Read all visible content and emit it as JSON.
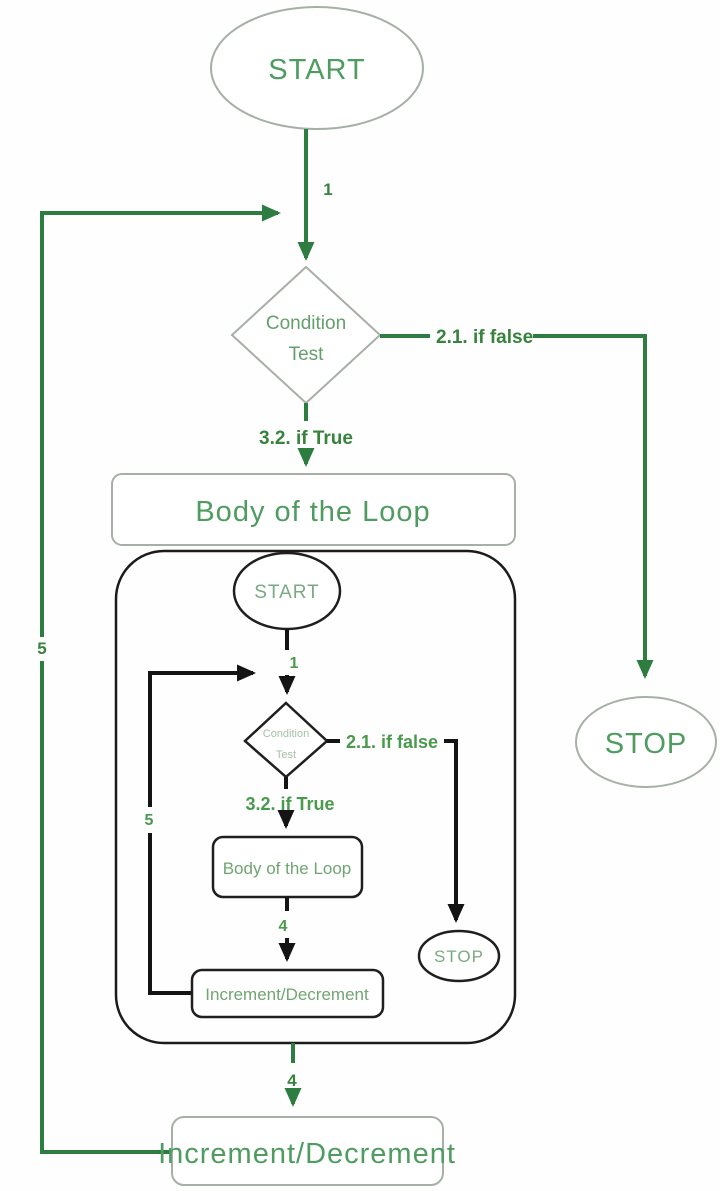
{
  "title": "Nested loop flowchart",
  "colors": {
    "outer_line_green": "#2e7d40",
    "label_bold_green": "#37823c",
    "outer_text_green": "#4f9c61",
    "diamond_text_green": "#63a06c",
    "inner_line_black": "#141414",
    "inner_text_green": "#6fa671",
    "inner_faded_green": "#a5bfa5",
    "inner_label_green": "#4a9a4e",
    "shape_outline_gray": "#a6b0a6",
    "background": "#ffffff"
  },
  "outer": {
    "start": "START",
    "step1": "1",
    "condition_line1": "Condition",
    "condition_line2": "Test",
    "if_false": "2.1. if false",
    "if_true": "3.2. if True",
    "body": "Body of the Loop",
    "step4": "4",
    "increment": "Increment/Decrement",
    "step5": "5",
    "stop": "STOP"
  },
  "inner": {
    "start": "START",
    "step1": "1",
    "condition_line1": "Condition",
    "condition_line2": "Test",
    "if_false": "2.1. if false",
    "if_true": "3.2. if True",
    "body": "Body of the Loop",
    "step4": "4",
    "increment": "Increment/Decrement",
    "step5": "5",
    "stop": "STOP"
  }
}
